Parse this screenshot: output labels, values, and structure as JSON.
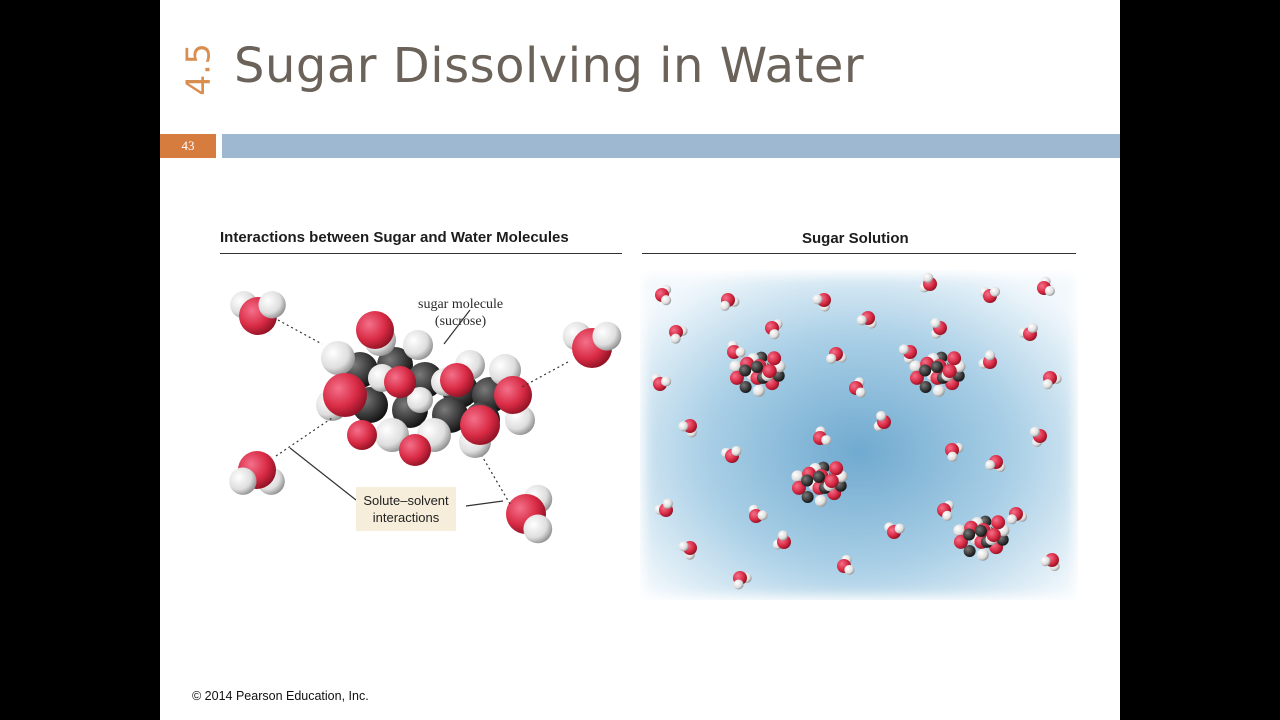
{
  "slide": {
    "section_number": "4.5",
    "title": "Sugar Dissolving in Water",
    "page_number": "43",
    "footer": "© 2014 Pearson Education, Inc."
  },
  "left_panel": {
    "heading": "Interactions between Sugar and Water Molecules",
    "label_line1": "sugar molecule",
    "label_line2": "(sucrose)",
    "callout_line1": "Solute–solvent",
    "callout_line2": "interactions"
  },
  "right_panel": {
    "heading": "Sugar Solution"
  },
  "colors": {
    "oxygen": "#d92b45",
    "hydrogen": "#ececec",
    "carbon": "#3a3a3a",
    "accent_orange": "#d67c3f",
    "header_bar": "#9db8d0",
    "solution_blue": "#aacfe6"
  }
}
